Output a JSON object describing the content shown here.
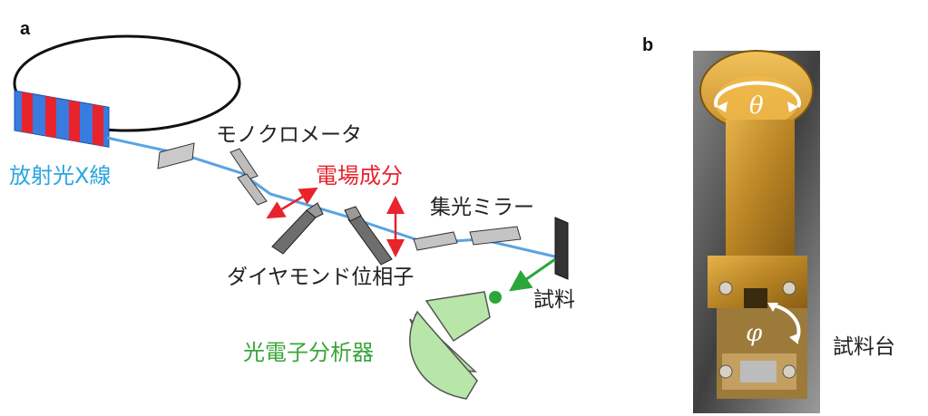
{
  "panel_a": {
    "letter": "a",
    "labels": {
      "xray": "放射光X線",
      "monochromator": "モノクロメータ",
      "efield": "電場成分",
      "mirror": "集光ミラー",
      "phase_retarder": "ダイヤモンド位相子",
      "sample": "試料",
      "analyzer": "光電子分析器"
    }
  },
  "panel_b": {
    "letter": "b",
    "labels": {
      "theta": "θ",
      "phi": "φ",
      "stage": "試料台"
    }
  },
  "colors": {
    "beam": "#5ba3e0",
    "undulator_red": "#e8232c",
    "undulator_blue": "#3a7be0",
    "efield_arrow": "#e8232c",
    "analyzer_fill": "#b8e6a8",
    "analyzer_arrow": "#2aa63a",
    "gold": "#c89a30"
  }
}
